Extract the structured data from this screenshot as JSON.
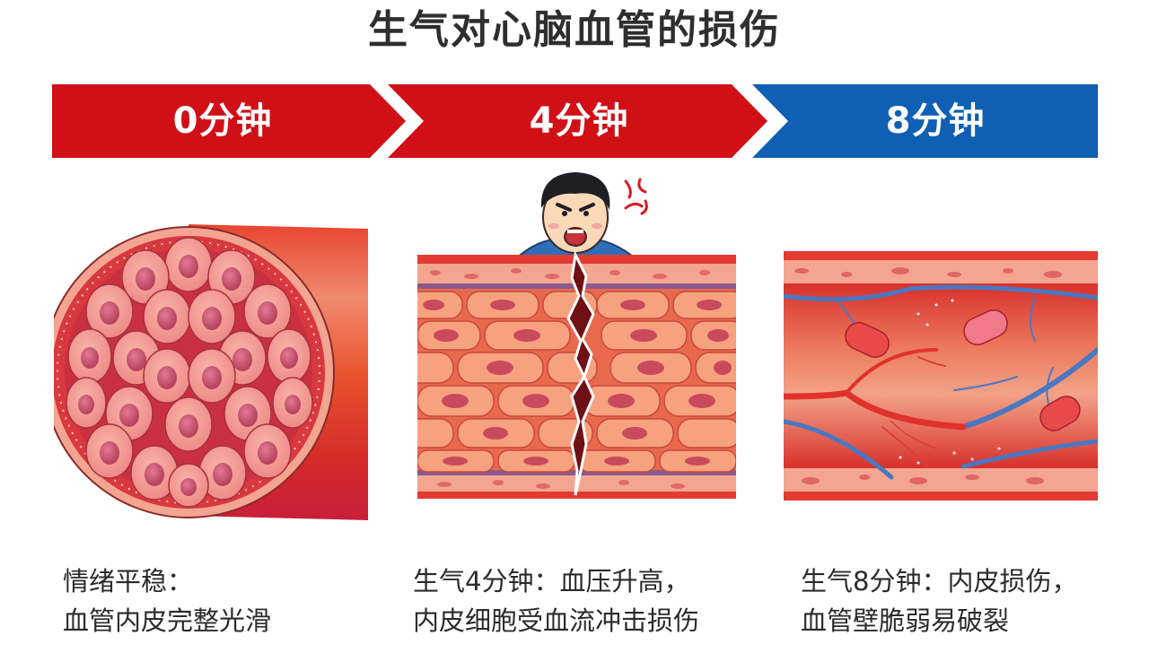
{
  "title": "生气对心脑血管的损伤",
  "colors": {
    "red_banner": "#d10f17",
    "blue_banner": "#0f5fb5",
    "vessel_red": "#e23a2e",
    "cell_pink": "#f3a08c",
    "vein_blue": "#4a78c0"
  },
  "timeline": {
    "stages": [
      {
        "label": "0分钟",
        "color": "#d10f17"
      },
      {
        "label": "4分钟",
        "color": "#d10f17"
      },
      {
        "label": "8分钟",
        "color": "#0f5fb5"
      }
    ]
  },
  "panels": [
    {
      "illustration": "vessel-cross-section-healthy",
      "caption_line1": "情绪平稳：",
      "caption_line2": "血管内皮完整光滑"
    },
    {
      "illustration": "endothelium-cracked-angry-man",
      "caption_line1": "生气4分钟：血压升高，",
      "caption_line2": "内皮细胞受血流冲击损伤"
    },
    {
      "illustration": "vessel-wall-damaged",
      "caption_line1": "生气8分钟：内皮损伤，",
      "caption_line2": "血管壁脆弱易破裂"
    }
  ]
}
